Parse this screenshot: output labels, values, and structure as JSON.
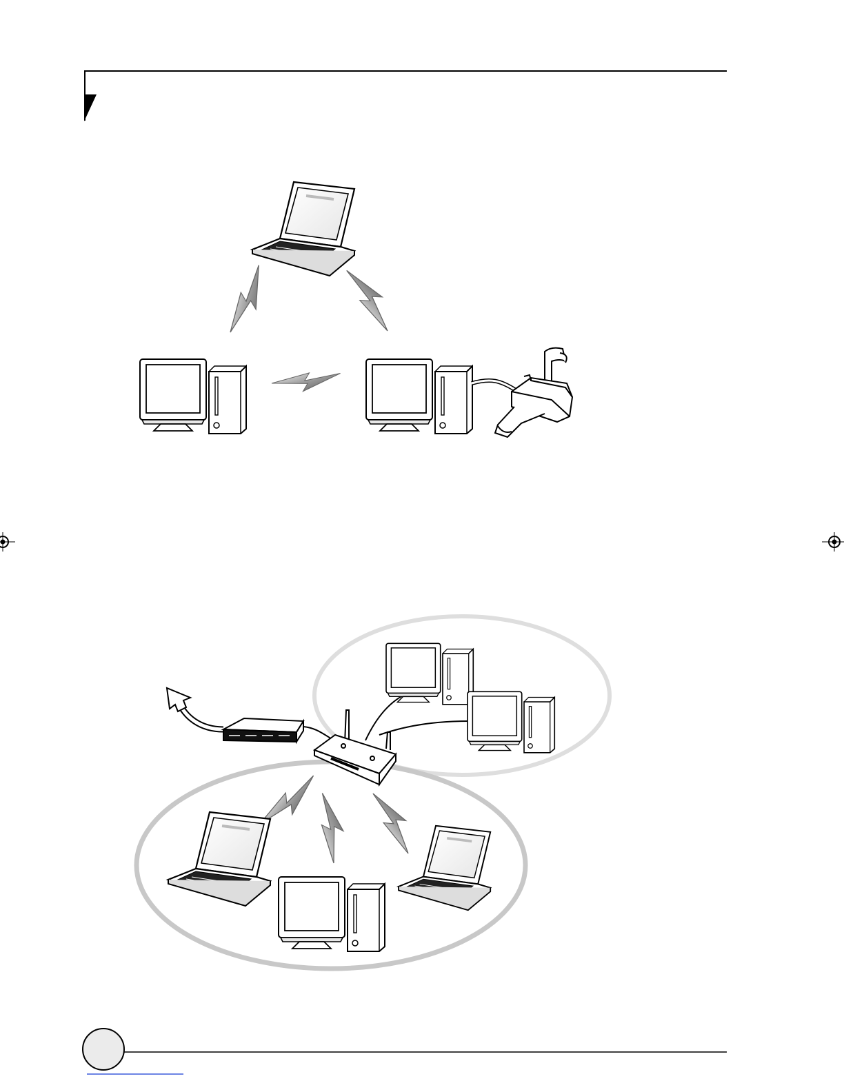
{
  "page": {
    "background": "#ffffff",
    "ink": "#000000",
    "ring_gray": "#c8c8c8",
    "ring_light": "#dedede"
  },
  "header": {
    "rule": "header-rule",
    "marker": "triangle-marker"
  },
  "footer": {
    "page_badge": "page-number-badge",
    "rule": "footer-rule",
    "link_underline_color": "#3b5bdb"
  },
  "registration_marks": [
    "registration-mark-left",
    "registration-mark-right"
  ],
  "diagram_ad_hoc": {
    "nodes": [
      "laptop-icon",
      "desktop-computer-icon",
      "desktop-computer-icon",
      "printer-icon"
    ],
    "links": [
      "wireless-signal-icon",
      "wireless-signal-icon",
      "wireless-signal-icon",
      "printer-cable"
    ]
  },
  "diagram_infrastructure": {
    "nodes": [
      "internet-arrow-icon",
      "modem-icon",
      "access-point-icon",
      "desktop-computer-icon",
      "desktop-computer-icon",
      "laptop-icon",
      "desktop-computer-icon",
      "laptop-icon"
    ],
    "links": [
      "wired-cable",
      "wired-cable",
      "wired-cable",
      "wireless-signal-icon",
      "wireless-signal-icon",
      "wireless-signal-icon"
    ]
  }
}
